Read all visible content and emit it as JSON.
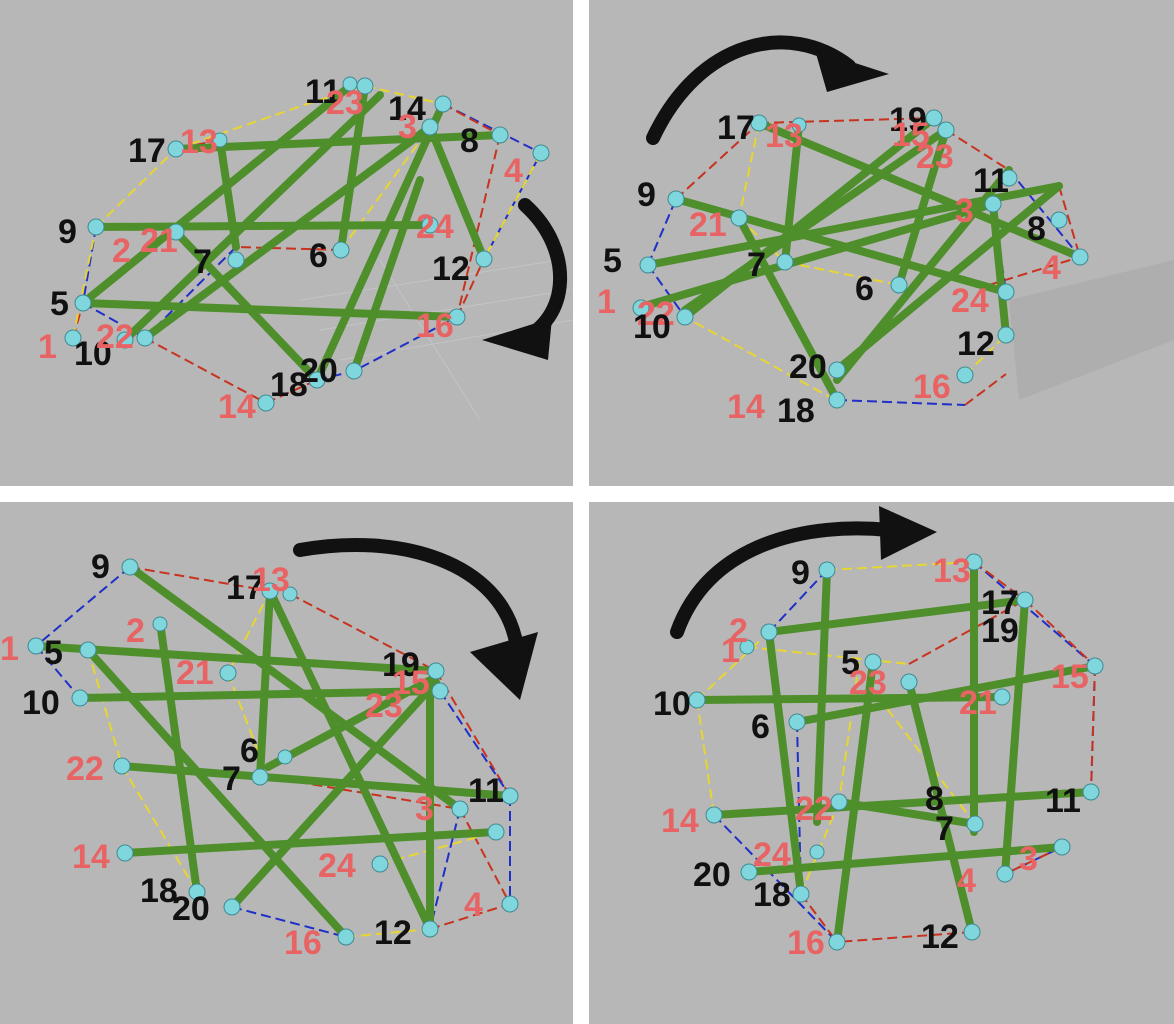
{
  "colors": {
    "background": "#b7b7b7",
    "separator": "#ffffff",
    "strut": "#4e8f2c",
    "node": "#7fd6dc",
    "label_black": "#111111",
    "label_red": "#e86464",
    "cable_red": "#c8321e",
    "cable_blue": "#1f2fc8",
    "cable_yellow": "#e8d630",
    "arrow": "#111111"
  },
  "icons": [
    "rotation-arrow-icon"
  ],
  "panels": [
    {
      "name": "panel-top-left",
      "labels": [
        {
          "text": "11",
          "color": "black"
        },
        {
          "text": "23",
          "color": "red"
        },
        {
          "text": "14",
          "color": "black"
        },
        {
          "text": "8",
          "color": "black"
        },
        {
          "text": "3",
          "color": "red"
        },
        {
          "text": "4",
          "color": "red"
        },
        {
          "text": "17",
          "color": "black"
        },
        {
          "text": "13",
          "color": "red"
        },
        {
          "text": "9",
          "color": "black"
        },
        {
          "text": "2",
          "color": "red"
        },
        {
          "text": "21",
          "color": "red"
        },
        {
          "text": "7",
          "color": "black"
        },
        {
          "text": "6",
          "color": "black"
        },
        {
          "text": "24",
          "color": "red"
        },
        {
          "text": "12",
          "color": "black"
        },
        {
          "text": "5",
          "color": "black"
        },
        {
          "text": "1",
          "color": "red"
        },
        {
          "text": "10",
          "color": "black"
        },
        {
          "text": "22",
          "color": "red"
        },
        {
          "text": "16",
          "color": "red"
        },
        {
          "text": "20",
          "color": "black"
        },
        {
          "text": "18",
          "color": "black"
        },
        {
          "text": "14",
          "color": "red"
        }
      ]
    },
    {
      "name": "panel-top-right",
      "labels": [
        {
          "text": "17",
          "color": "black"
        },
        {
          "text": "13",
          "color": "red"
        },
        {
          "text": "19",
          "color": "black"
        },
        {
          "text": "15",
          "color": "red"
        },
        {
          "text": "23",
          "color": "red"
        },
        {
          "text": "11",
          "color": "black"
        },
        {
          "text": "3",
          "color": "red"
        },
        {
          "text": "8",
          "color": "black"
        },
        {
          "text": "4",
          "color": "red"
        },
        {
          "text": "9",
          "color": "black"
        },
        {
          "text": "21",
          "color": "red"
        },
        {
          "text": "7",
          "color": "black"
        },
        {
          "text": "6",
          "color": "black"
        },
        {
          "text": "24",
          "color": "red"
        },
        {
          "text": "5",
          "color": "black"
        },
        {
          "text": "1",
          "color": "red"
        },
        {
          "text": "22",
          "color": "red"
        },
        {
          "text": "10",
          "color": "black"
        },
        {
          "text": "12",
          "color": "black"
        },
        {
          "text": "20",
          "color": "black"
        },
        {
          "text": "16",
          "color": "red"
        },
        {
          "text": "14",
          "color": "red"
        },
        {
          "text": "18",
          "color": "black"
        }
      ]
    },
    {
      "name": "panel-bottom-left",
      "labels": [
        {
          "text": "9",
          "color": "black"
        },
        {
          "text": "17",
          "color": "black"
        },
        {
          "text": "13",
          "color": "red"
        },
        {
          "text": "1",
          "color": "red"
        },
        {
          "text": "5",
          "color": "black"
        },
        {
          "text": "2",
          "color": "red"
        },
        {
          "text": "21",
          "color": "red"
        },
        {
          "text": "10",
          "color": "black"
        },
        {
          "text": "19",
          "color": "black"
        },
        {
          "text": "15",
          "color": "red"
        },
        {
          "text": "23",
          "color": "red"
        },
        {
          "text": "6",
          "color": "black"
        },
        {
          "text": "7",
          "color": "black"
        },
        {
          "text": "22",
          "color": "red"
        },
        {
          "text": "3",
          "color": "red"
        },
        {
          "text": "11",
          "color": "black"
        },
        {
          "text": "14",
          "color": "red"
        },
        {
          "text": "24",
          "color": "red"
        },
        {
          "text": "18",
          "color": "black"
        },
        {
          "text": "20",
          "color": "black"
        },
        {
          "text": "12",
          "color": "black"
        },
        {
          "text": "4",
          "color": "red"
        },
        {
          "text": "16",
          "color": "red"
        }
      ]
    },
    {
      "name": "panel-bottom-right",
      "labels": [
        {
          "text": "9",
          "color": "black"
        },
        {
          "text": "13",
          "color": "red"
        },
        {
          "text": "17",
          "color": "black"
        },
        {
          "text": "19",
          "color": "black"
        },
        {
          "text": "1",
          "color": "red"
        },
        {
          "text": "2",
          "color": "red"
        },
        {
          "text": "5",
          "color": "black"
        },
        {
          "text": "23",
          "color": "red"
        },
        {
          "text": "15",
          "color": "red"
        },
        {
          "text": "10",
          "color": "black"
        },
        {
          "text": "21",
          "color": "red"
        },
        {
          "text": "6",
          "color": "black"
        },
        {
          "text": "14",
          "color": "red"
        },
        {
          "text": "22",
          "color": "red"
        },
        {
          "text": "8",
          "color": "black"
        },
        {
          "text": "7",
          "color": "black"
        },
        {
          "text": "11",
          "color": "black"
        },
        {
          "text": "3",
          "color": "red"
        },
        {
          "text": "4",
          "color": "red"
        },
        {
          "text": "20",
          "color": "black"
        },
        {
          "text": "24",
          "color": "red"
        },
        {
          "text": "18",
          "color": "black"
        },
        {
          "text": "16",
          "color": "red"
        },
        {
          "text": "12",
          "color": "black"
        }
      ]
    }
  ]
}
